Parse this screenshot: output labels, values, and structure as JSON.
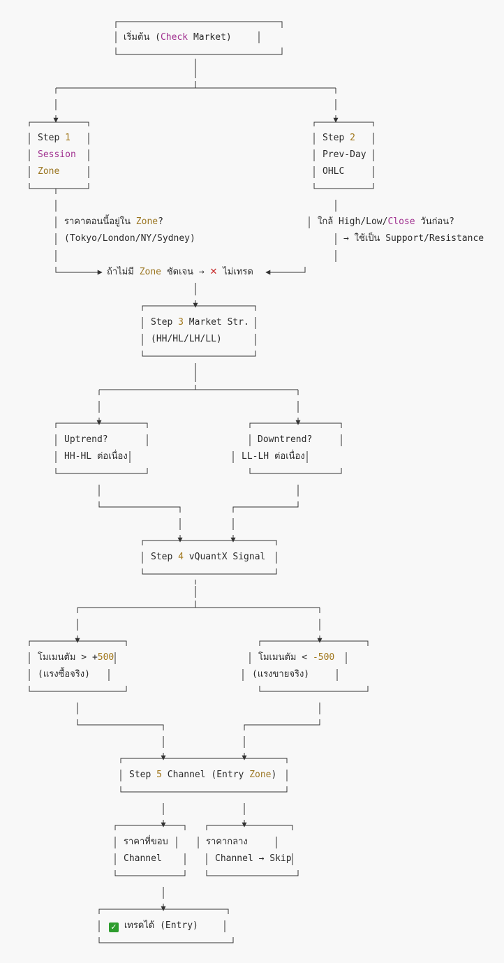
{
  "start": {
    "a": "เริ่มต้น (",
    "kw": "Check",
    "b": " Market)"
  },
  "step1": {
    "l1a": "Step ",
    "l1n": "1",
    "l2": "Session",
    "l3": "Zone"
  },
  "step2": {
    "l1a": "Step ",
    "l1n": "2",
    "l2": "Prev-Day",
    "l3": "OHLC"
  },
  "q1": {
    "a": "ราคาตอนนี้อยู่ใน ",
    "kw": "Zone",
    "b": "?",
    "l2": "(Tokyo/London/NY/Sydney)"
  },
  "q2": {
    "a": "ใกล้ High/Low/",
    "kw": "Close",
    "b": " วันก่อน?",
    "l2": "→ ใช้เป็น Support/Resistance"
  },
  "noTrade": {
    "a": "ถ้าไม่มี ",
    "kw": "Zone",
    "b": " ชัดเจน →",
    "x": "✕",
    "c": "ไม่เทรด"
  },
  "step3": {
    "a": "Step ",
    "n": "3",
    "b": " Market Str.",
    "l2": "(HH/HL/LH/LL)"
  },
  "up": {
    "l1": "Uptrend?",
    "l2": "HH-HL ต่อเนื่อง"
  },
  "down": {
    "l1": "Downtrend?",
    "l2": "LL-LH ต่อเนื่อง"
  },
  "step4": {
    "a": "Step ",
    "n": "4",
    "b": " vQuantX Signal"
  },
  "momUp": {
    "a": "โมเมนตัม > +",
    "n": "500",
    "l2": "(แรงซื้อจริง)"
  },
  "momDown": {
    "a": "โมเมนตัม < ",
    "n": "-500",
    "l2": "(แรงขายจริง)"
  },
  "step5": {
    "a": "Step ",
    "n": "5",
    "b": " Channel (Entry ",
    "kw": "Zone",
    "c": ")"
  },
  "edge": {
    "l1": "ราคาที่ขอบ",
    "l2": "Channel"
  },
  "mid": {
    "l1": "ราคากลาง",
    "l2": "Channel → Skip"
  },
  "entry": {
    "check": "✓",
    "a": "เทรดได้ (Entry)"
  }
}
